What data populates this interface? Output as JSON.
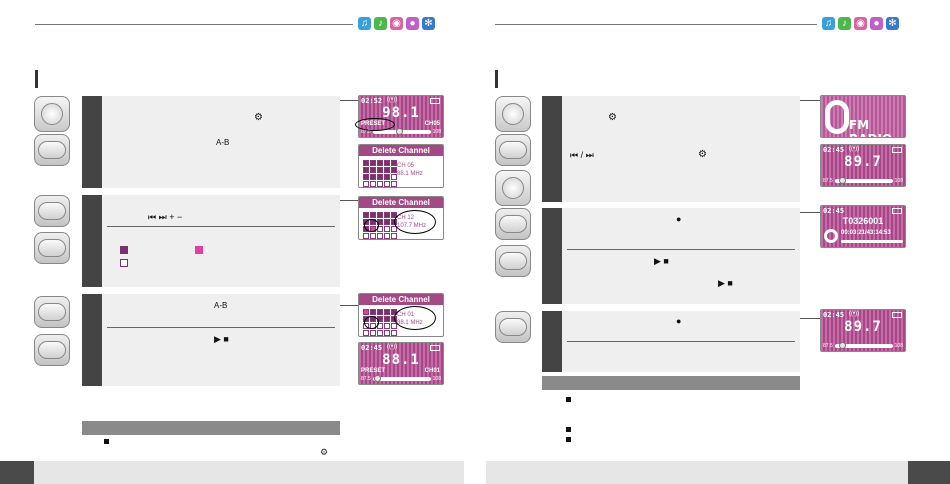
{
  "left_page": {
    "step1": {
      "ab_label": "A-B"
    },
    "step2": {
      "buttons": "⏮ ⏭ + −"
    },
    "step3": {
      "ab_label": "A-B",
      "play_stop": "▶ ■"
    },
    "screen1": {
      "time": "02:52",
      "freq": "98.1",
      "preset": "PRESET",
      "channel": "CH05",
      "min": "87.5",
      "max": "108"
    },
    "dialog1": {
      "title": "Delete Channel",
      "ch": "CH 05",
      "mhz": "88.1 MHz"
    },
    "dialog2": {
      "title": "Delete Channel",
      "ch": "CH 12",
      "mhz": "107.7 MHz"
    },
    "dialog3": {
      "title": "Delete Channel",
      "ch": "CH 01",
      "mhz": "88.1 MHz"
    },
    "screen2": {
      "time": "02:45",
      "freq": "88.1",
      "preset": "PRESET",
      "channel": "CH01",
      "min": "87.5",
      "max": "108"
    }
  },
  "right_page": {
    "step1": {
      "buttons": "⏮ / ⏭"
    },
    "step2": {
      "play_stop_1": "▶ ■",
      "play_stop_2": "▶ ■"
    },
    "fm_logo": {
      "text": "FM RADIO"
    },
    "screen1": {
      "time": "02:45",
      "freq": "89.7",
      "min": "87.5",
      "max": "108"
    },
    "rec_screen": {
      "time": "02:45",
      "file": "T0326001",
      "elapsed": "00:03:21/43:14:53"
    },
    "screen2": {
      "time": "02:45",
      "freq": "89.7",
      "min": "87.5",
      "max": "108"
    }
  },
  "colors": {
    "accent": "#a34a86",
    "step_bg": "#efefef",
    "step_num": "#444444",
    "note_bar": "#8a8a8a"
  },
  "icons": [
    "music-note-icon",
    "radio-icon",
    "record-disc-icon",
    "microphone-icon",
    "gear-icon"
  ]
}
